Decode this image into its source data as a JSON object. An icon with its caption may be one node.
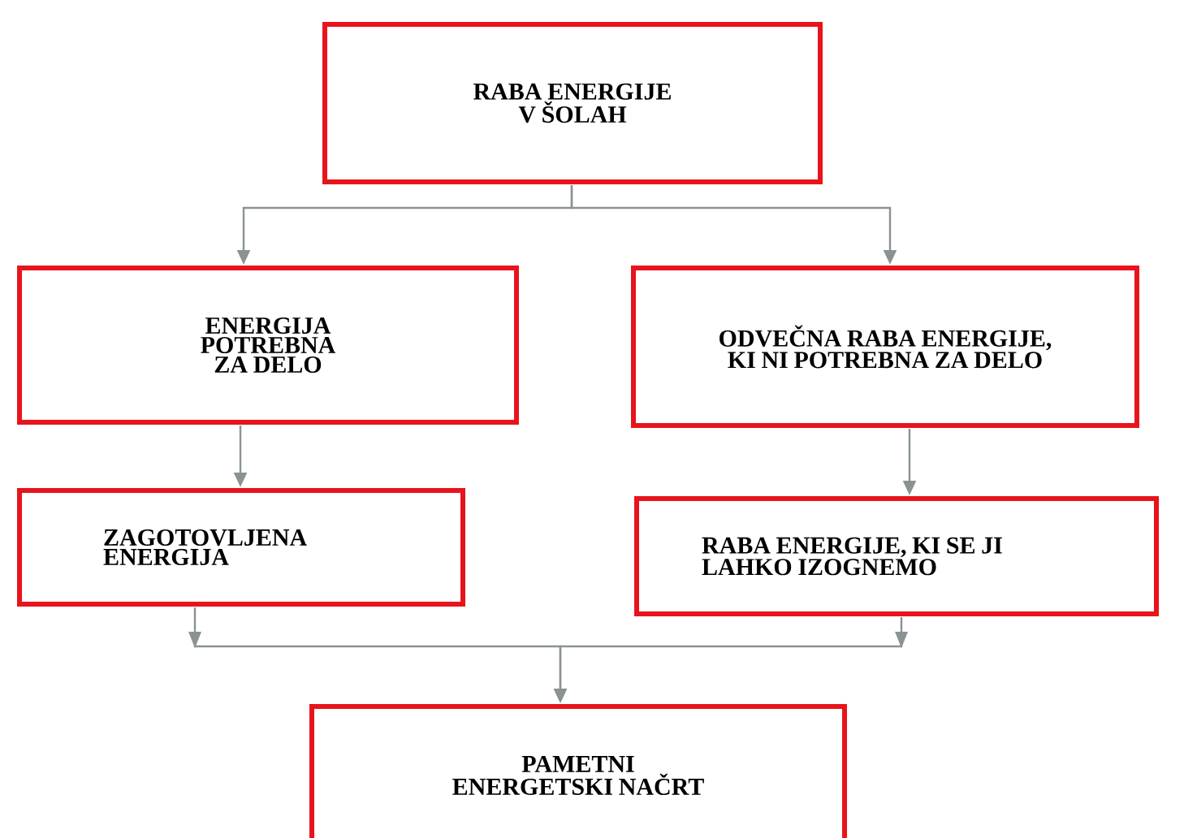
{
  "diagram": {
    "nodes": [
      {
        "text": [
          "RABA ENERGIJE V ŠOLAH"
        ]
      },
      {
        "text": [
          "ENERGIJA POTREBNA ZA DELO"
        ]
      },
      {
        "text": [
          "ODVEČNA RABA ENERGIJE, KI NI POTREBNA ZA DELO"
        ]
      },
      {
        "text": [
          "ZAGOTOVLJENA ENERGIJA"
        ]
      },
      {
        "text": [
          "RABA ENERGIJE, KI SE JI LAHKO IZOGNEMO"
        ]
      },
      {
        "text": [
          "PAMETNI ENERGETSKI NAČRT"
        ]
      }
    ],
    "edges": [
      {
        "from": 0,
        "to": 1,
        "arrow": "to"
      },
      {
        "from": 0,
        "to": 2,
        "arrow": "to"
      },
      {
        "from": 1,
        "to": 3,
        "arrow": "to"
      },
      {
        "from": 2,
        "to": 4,
        "arrow": "to"
      },
      {
        "from": 3,
        "to": 5,
        "arrow": "to"
      },
      {
        "from": 4,
        "to": 5,
        "arrow": "to"
      }
    ]
  }
}
